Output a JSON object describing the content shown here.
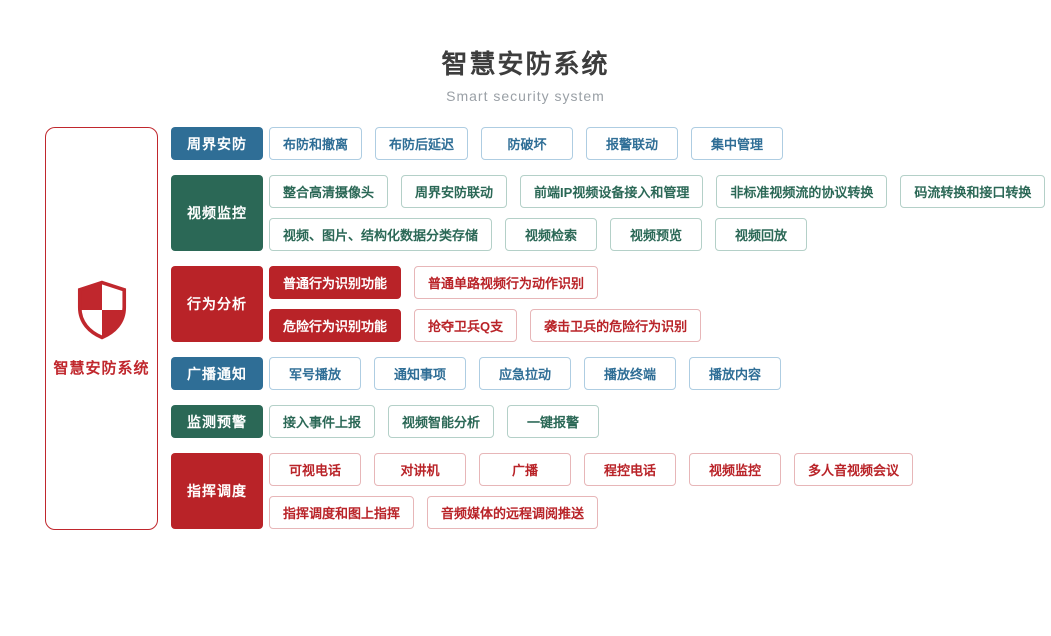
{
  "header": {
    "title": "智慧安防系统",
    "subtitle": "Smart security system"
  },
  "root": {
    "label": "智慧安防系统",
    "icon": "shield-checkered-icon"
  },
  "colors": {
    "blue": "#2f6e96",
    "green": "#2b6856",
    "red": "#b92328",
    "root_border_red": "#c0272d"
  },
  "categories": [
    {
      "label": "周界安防",
      "color": "blue",
      "lines": [
        [
          "布防和撤离",
          "布防后延迟",
          "防破坏",
          "报警联动",
          "集中管理"
        ]
      ]
    },
    {
      "label": "视频监控",
      "color": "green",
      "lines": [
        [
          "整合高清摄像头",
          "周界安防联动",
          "前端IP视频设备接入和管理",
          "非标准视频流的协议转换",
          "码流转换和接口转换"
        ],
        [
          "视频、图片、结构化数据分类存储",
          "视频检索",
          "视频预览",
          "视频回放"
        ]
      ]
    },
    {
      "label": "行为分析",
      "color": "red",
      "lines": [
        [
          {
            "text": "普通行为识别功能",
            "filled": true
          },
          {
            "text": "普通单路视频行为动作识别"
          }
        ],
        [
          {
            "text": "危险行为识别功能",
            "filled": true
          },
          {
            "text": "抢夺卫兵Q支"
          },
          {
            "text": "袭击卫兵的危险行为识别"
          }
        ]
      ]
    },
    {
      "label": "广播通知",
      "color": "blue",
      "lines": [
        [
          "军号播放",
          "通知事项",
          "应急拉动",
          "播放终端",
          "播放内容"
        ]
      ]
    },
    {
      "label": "监测预警",
      "color": "green",
      "lines": [
        [
          "接入事件上报",
          "视频智能分析",
          "一键报警"
        ]
      ]
    },
    {
      "label": "指挥调度",
      "color": "red",
      "lines": [
        [
          "可视电话",
          "对讲机",
          "广播",
          "程控电话",
          "视频监控",
          "多人音视频会议"
        ],
        [
          "指挥调度和图上指挥",
          "音频媒体的远程调阅推送"
        ]
      ]
    }
  ]
}
